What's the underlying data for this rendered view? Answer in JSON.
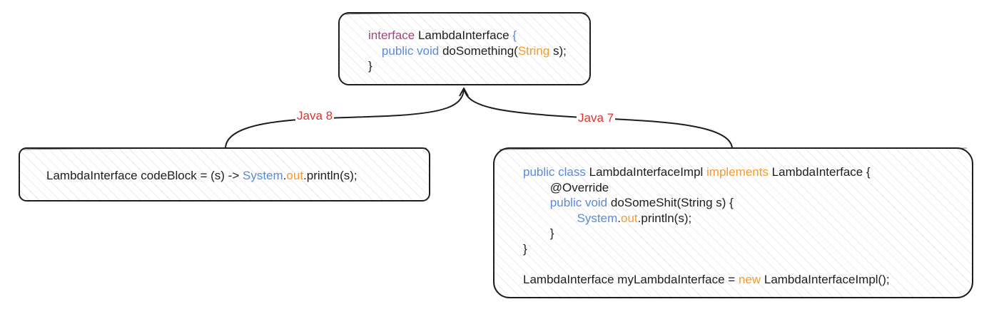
{
  "colors": {
    "stroke": "#1e1e1e",
    "keyword_purple": "#a1467e",
    "keyword_blue": "#5b8bd6",
    "type_orange": "#f59b31",
    "label_red": "#e03131",
    "text": "#1e1e1e"
  },
  "interface_box": {
    "lines": [
      [
        {
          "t": "interface ",
          "c": "keyword_purple"
        },
        {
          "t": "LambdaInterface ",
          "c": "text"
        },
        {
          "t": "{",
          "c": "keyword_blue"
        }
      ],
      [
        {
          "t": "    ",
          "c": "text"
        },
        {
          "t": "public void ",
          "c": "keyword_blue"
        },
        {
          "t": "doSomething(",
          "c": "text"
        },
        {
          "t": "String",
          "c": "type_orange"
        },
        {
          "t": " s);",
          "c": "text"
        }
      ],
      [
        {
          "t": "}",
          "c": "text"
        }
      ]
    ]
  },
  "java8_box": {
    "lines": [
      [
        {
          "t": "LambdaInterface codeBlock = (s) -> ",
          "c": "text"
        },
        {
          "t": "System",
          "c": "keyword_blue"
        },
        {
          "t": ".",
          "c": "text"
        },
        {
          "t": "out",
          "c": "type_orange"
        },
        {
          "t": ".println(s);",
          "c": "text"
        }
      ]
    ]
  },
  "java7_box": {
    "lines": [
      [
        {
          "t": "public class ",
          "c": "keyword_blue"
        },
        {
          "t": "public ",
          "c": "text"
        },
        {
          "t": "",
          "c": "text"
        }
      ],
      [],
      [],
      [],
      [],
      [],
      [],
      []
    ]
  },
  "labels": {
    "java8": "Java 8",
    "java7": "Java 7"
  }
}
